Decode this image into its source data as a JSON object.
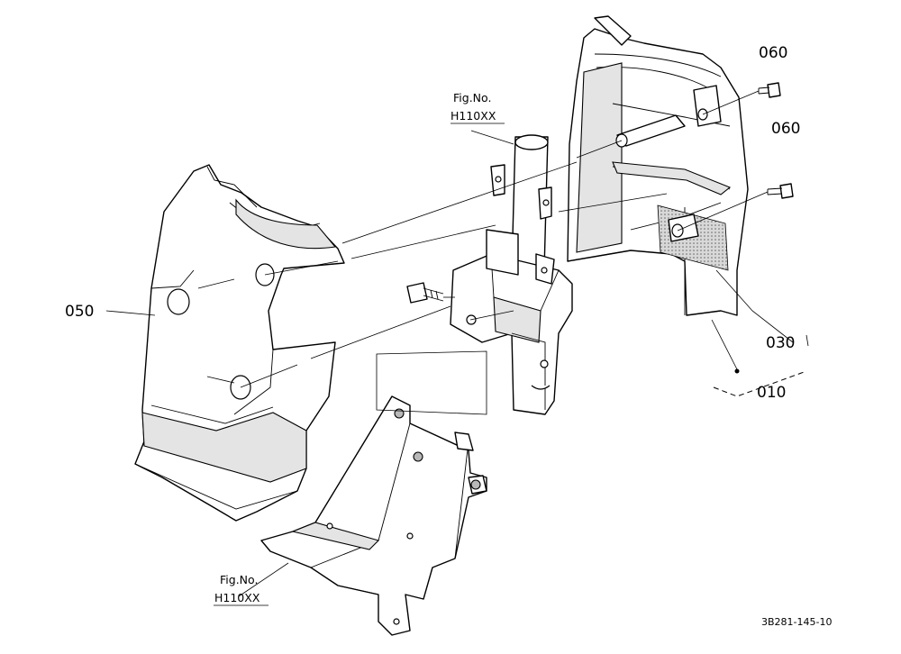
{
  "callouts": {
    "c010": "010",
    "c030": "030",
    "c050": "050",
    "c060_top": "060",
    "c060_mid": "060"
  },
  "figure_refs": {
    "top": {
      "line1": "Fig.No.",
      "line2": "H110XX"
    },
    "bottom": {
      "line1": "Fig.No.",
      "line2": "H110XX"
    }
  },
  "diagram_code": "3B281-145-10"
}
